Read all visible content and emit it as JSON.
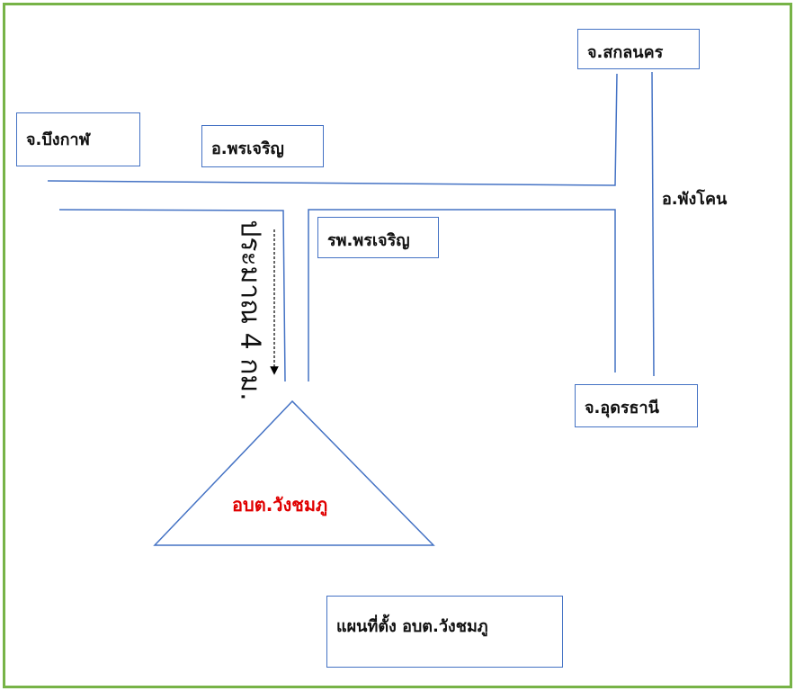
{
  "labels": {
    "sakon_nakhon": "จ.สกลนคร",
    "bueng_kan": "จ.บึงกาฬ",
    "phon_charoen": "อ.พรเจริญ",
    "phang_khon": "อ.พังโคน",
    "hospital": "รพ.พรเจริญ",
    "udon_thani": "จ.อุดรธานี",
    "distance": "ประมาณ 4 กม.",
    "office": "อบต.วังชมภู",
    "map_caption": "แผนที่ตั้ง อบต.วังชมภู"
  },
  "colors": {
    "frame": "#77b347",
    "road": "#4472c4",
    "office_text": "#e00000"
  }
}
